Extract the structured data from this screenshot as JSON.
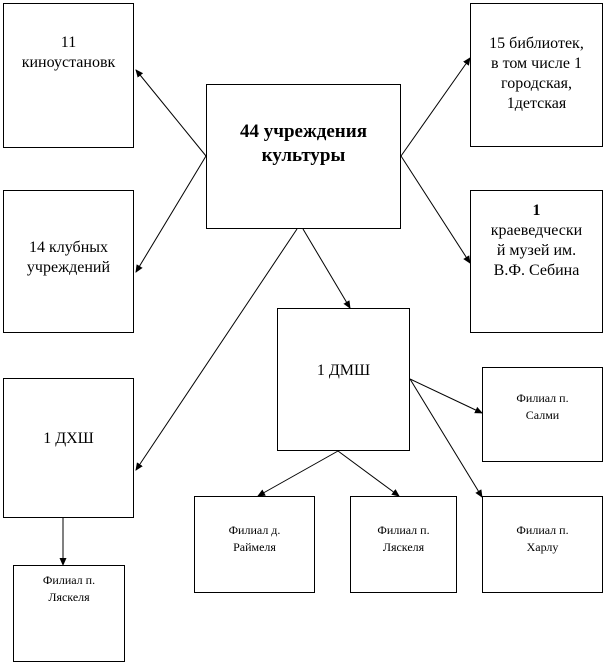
{
  "center": {
    "label": "44 учреждения\nкультуры"
  },
  "kino": {
    "label": "11\nкиноустановк"
  },
  "clubs": {
    "label": "14 клубных\nучреждений"
  },
  "dhsh": {
    "label": "1 ДХШ"
  },
  "libraries": {
    "label": "15 библиотек,\nв том числе 1\nгородская,\n1детская"
  },
  "museum": {
    "number": "1",
    "label": "краеведчески\nй музей им.\nВ.Ф. Себина"
  },
  "dmsh": {
    "label": "1 ДМШ"
  },
  "branch_salmi": {
    "label": "Филиал п.\nСалми"
  },
  "branch_raymelya": {
    "label": "Филиал д.\nРаймеля"
  },
  "branch_lyaskelya_dmsh": {
    "label": "Филиал п.\nЛяскеля"
  },
  "branch_harlu": {
    "label": "Филиал п.\nХарлу"
  },
  "branch_lyaskelya_dhsh": {
    "label": "Филиал п.\nЛяскеля"
  },
  "colors": {
    "line": "#000000",
    "box_border": "#000000",
    "background": "#ffffff"
  }
}
